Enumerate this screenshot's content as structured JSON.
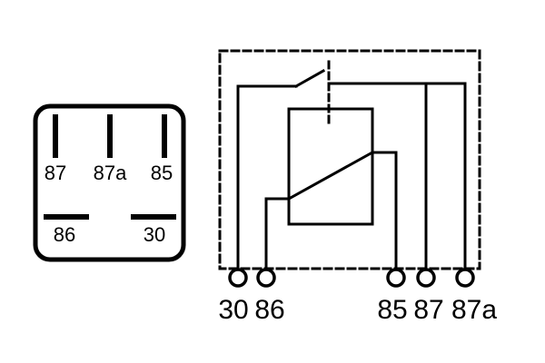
{
  "pinout": {
    "pins_top": [
      "87",
      "87a",
      "85"
    ],
    "pins_bottom": [
      "86",
      "30"
    ]
  },
  "schematic": {
    "terminals": [
      "30",
      "86",
      "85",
      "87",
      "87a"
    ]
  },
  "colors": {
    "ink": "#000000",
    "background": "#ffffff"
  }
}
